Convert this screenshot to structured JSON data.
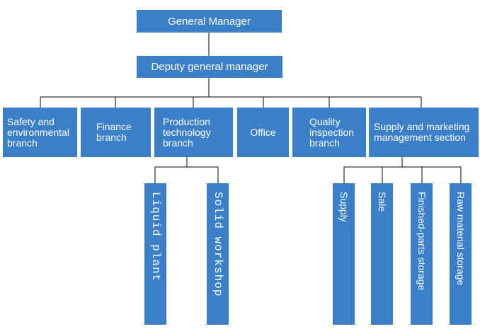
{
  "nodes": {
    "general_manager": "General Manager",
    "deputy_general_manager": "Deputy general manager",
    "safety": "Safety and environmental branch",
    "finance": "Finance branch",
    "production": "Production technology branch",
    "office": "Office",
    "quality": "Quality inspection branch",
    "supply_marketing": "Supply and marketing management section",
    "liquid_plant": "Liquid plant",
    "solid_workshop": "Solid workshop",
    "supply": "Supply",
    "sale": "Sale",
    "finished_parts": "Finished-parts storage",
    "raw_material": "Raw material storage"
  },
  "colors": {
    "box_fill": "#3a7fc7",
    "box_text": "#ffffff",
    "connector": "#000000"
  }
}
